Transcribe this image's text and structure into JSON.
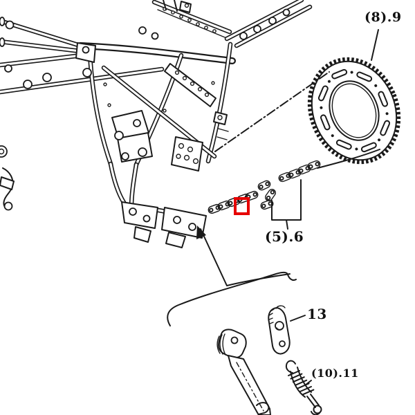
{
  "figure": {
    "kind": "exploded-parts-line-diagram",
    "background_color": "#ffffff",
    "line_color": "#1a1a1a"
  },
  "labels": {
    "sprocket": "(8).9",
    "chain": "(5).6",
    "bracket": "13",
    "spring": "(10).11"
  },
  "parts": [
    {
      "name": "frame-assembly",
      "label": ""
    },
    {
      "name": "rear-sprocket",
      "label": "(8).9"
    },
    {
      "name": "drive-chain-with-master-link",
      "label": "(5).6"
    },
    {
      "name": "side-stand-bracket",
      "label": "13"
    },
    {
      "name": "side-stand-spring",
      "label": "(10).11"
    },
    {
      "name": "side-stand",
      "label": ""
    }
  ],
  "highlight": {
    "shape": "rectangle",
    "color": "#e60000"
  }
}
